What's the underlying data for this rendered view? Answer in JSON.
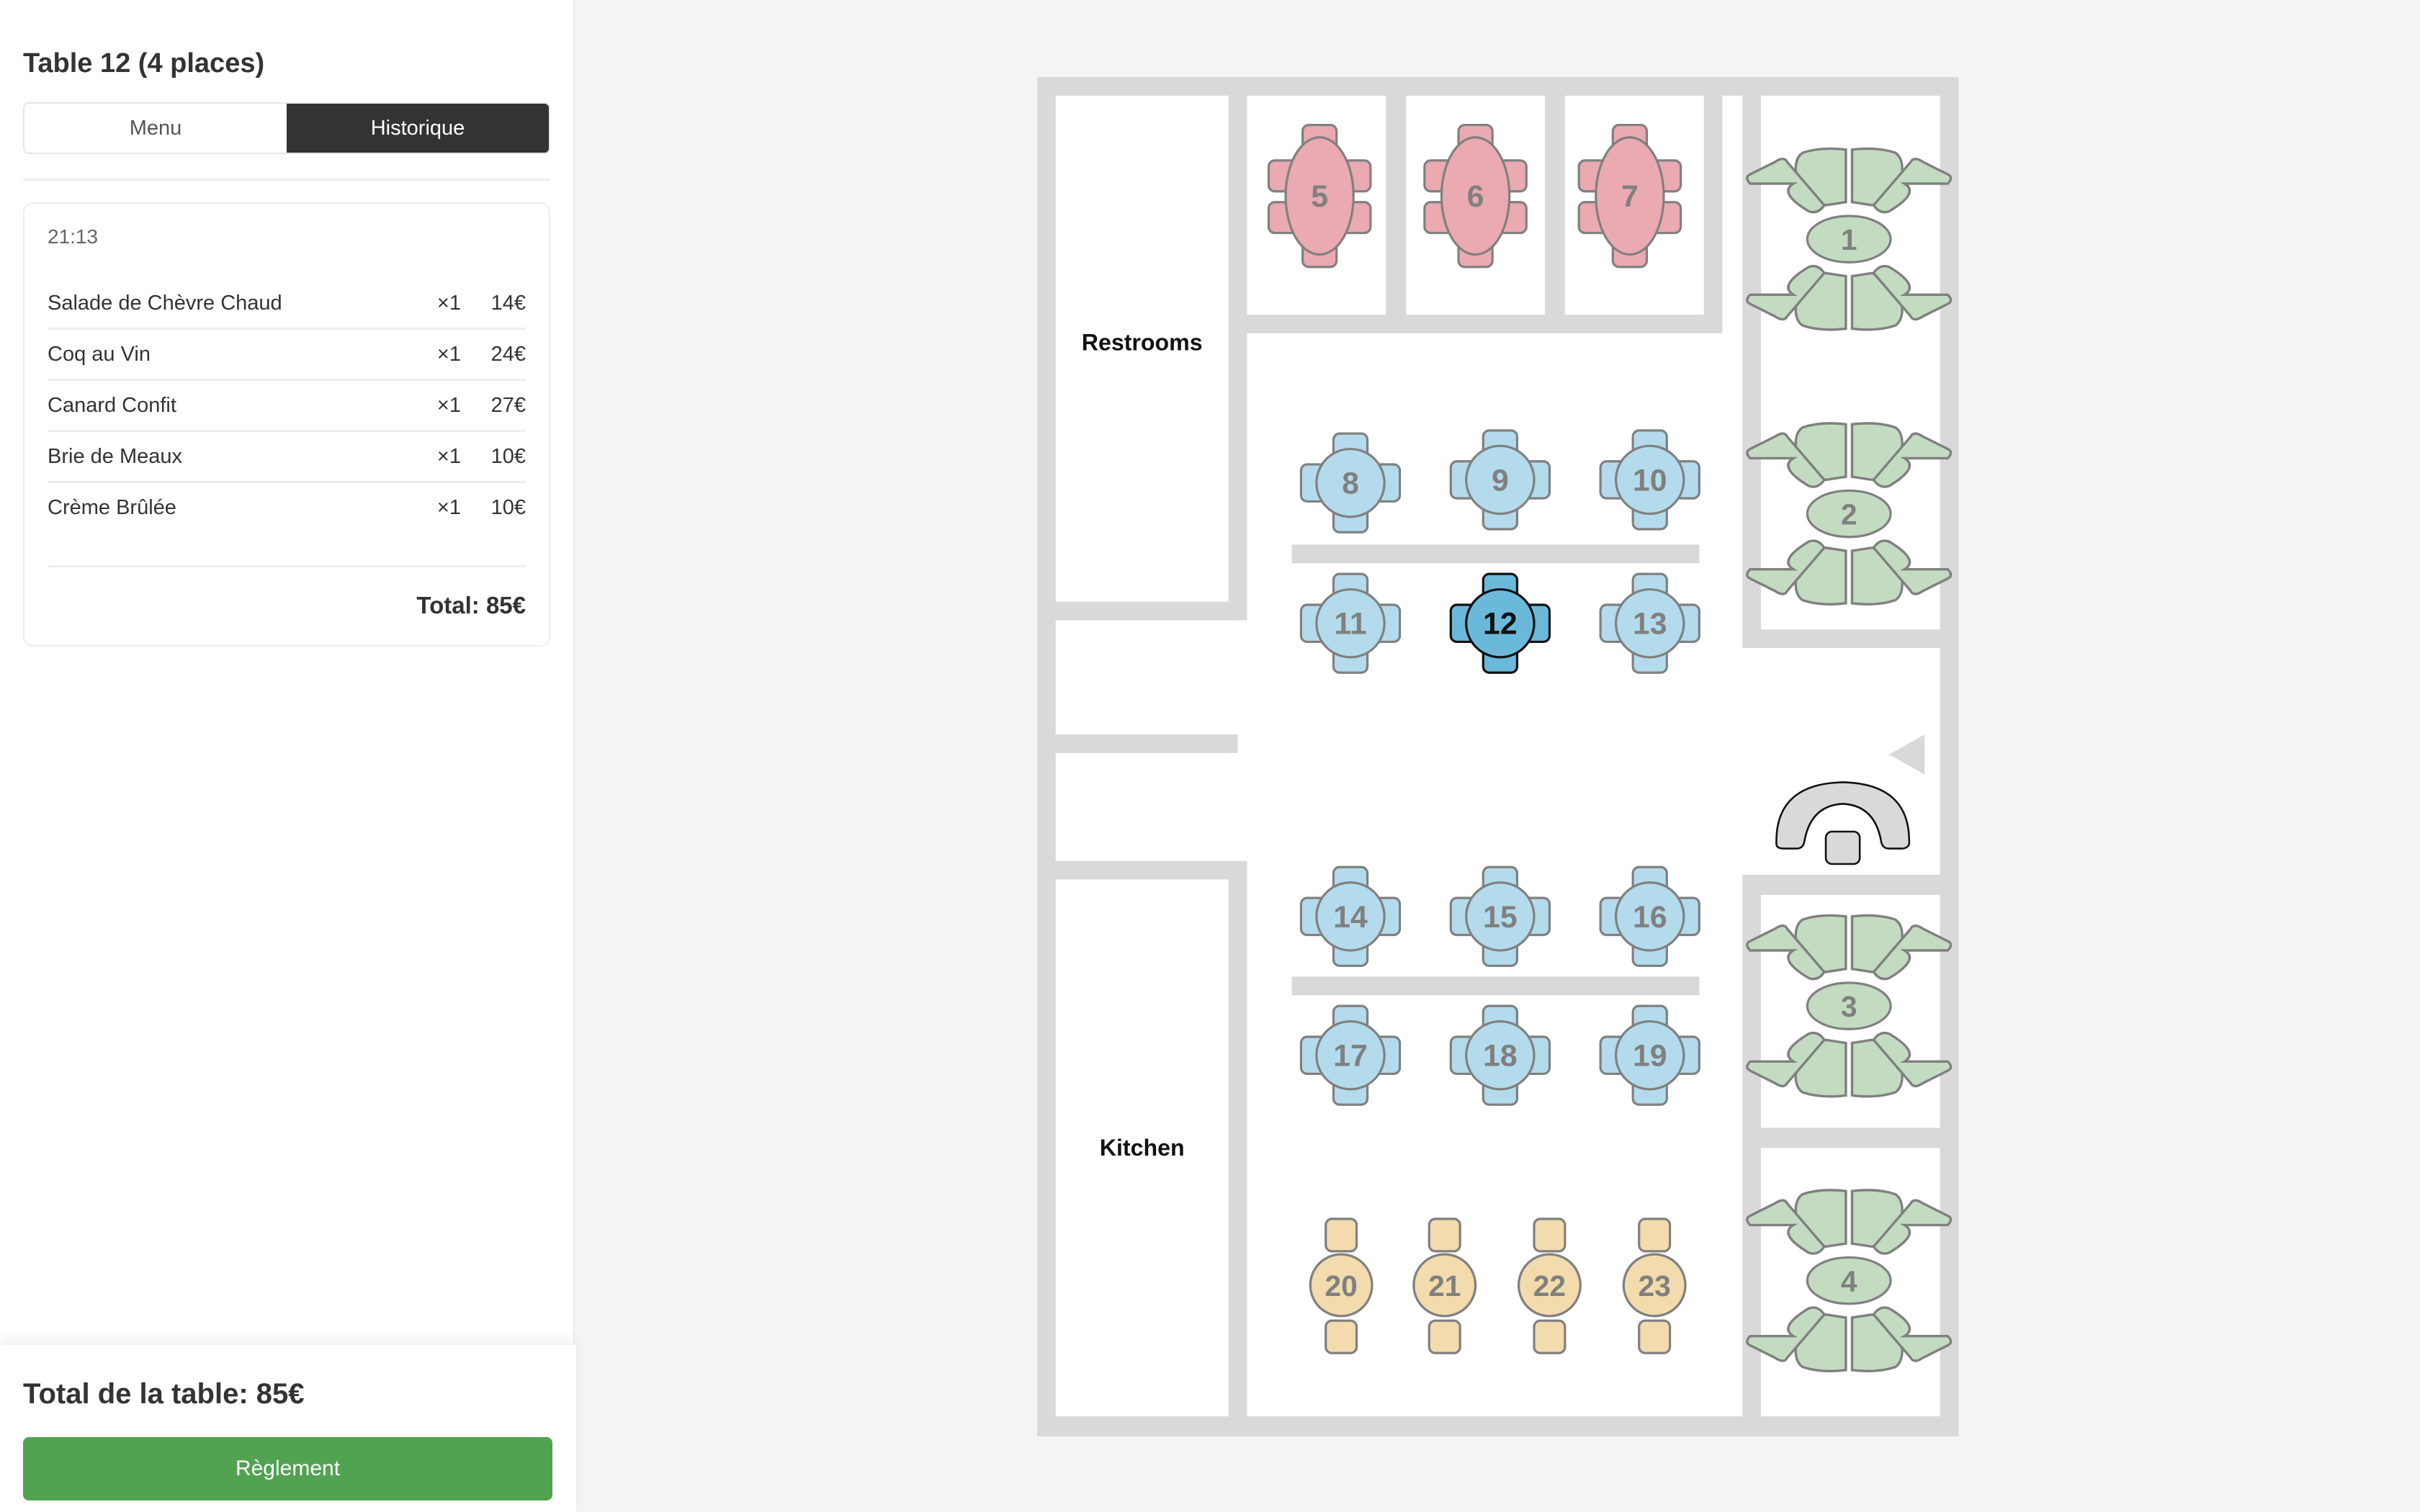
{
  "sidebar": {
    "title": "Table 12 (4 places)",
    "tabs": [
      {
        "label": "Menu",
        "active": false
      },
      {
        "label": "Historique",
        "active": true
      }
    ],
    "order": {
      "time": "21:13",
      "items": [
        {
          "name": "Salade de Chèvre Chaud",
          "qty": "×1",
          "price": "14€"
        },
        {
          "name": "Coq au Vin",
          "qty": "×1",
          "price": "24€"
        },
        {
          "name": "Canard Confit",
          "qty": "×1",
          "price": "27€"
        },
        {
          "name": "Brie de Meaux",
          "qty": "×1",
          "price": "10€"
        },
        {
          "name": "Crème Brûlée",
          "qty": "×1",
          "price": "10€"
        }
      ],
      "total": "Total: 85€"
    },
    "footer": {
      "table_total": "Total de la table: 85€",
      "pay_button": "Règlement"
    }
  },
  "floorplan": {
    "rooms": {
      "restrooms": "Restrooms",
      "kitchen": "Kitchen"
    },
    "selected_table": "12",
    "colors": {
      "wall": "#d9d9d9",
      "booth": "#c3dcc1",
      "long_table": "#eba9b1",
      "four_top": "#b3dbec",
      "four_top_selected": "#6bb9da",
      "two_top": "#f2dbac",
      "bar": "#d9d9d9",
      "outline": "#808080"
    },
    "tables": {
      "t1": "1",
      "t2": "2",
      "t3": "3",
      "t4": "4",
      "t5": "5",
      "t6": "6",
      "t7": "7",
      "t8": "8",
      "t9": "9",
      "t10": "10",
      "t11": "11",
      "t12": "12",
      "t13": "13",
      "t14": "14",
      "t15": "15",
      "t16": "16",
      "t17": "17",
      "t18": "18",
      "t19": "19",
      "t20": "20",
      "t21": "21",
      "t22": "22",
      "t23": "23"
    }
  }
}
